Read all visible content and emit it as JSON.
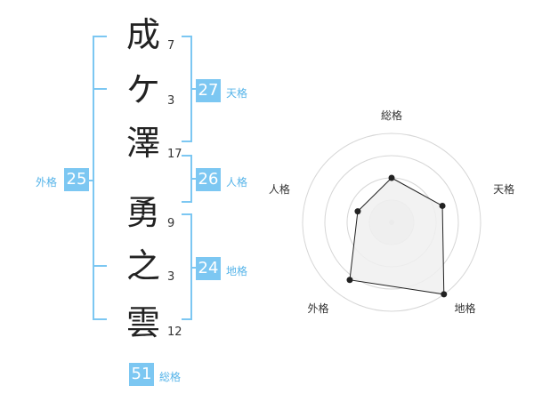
{
  "name_chars": [
    {
      "char": "成",
      "strokes": "7"
    },
    {
      "char": "ケ",
      "strokes": "3"
    },
    {
      "char": "澤",
      "strokes": "17"
    },
    {
      "char": "勇",
      "strokes": "9"
    },
    {
      "char": "之",
      "strokes": "3"
    },
    {
      "char": "雲",
      "strokes": "12"
    }
  ],
  "kaku": {
    "tenkaku": {
      "value": "27",
      "label": "天格"
    },
    "jinkaku": {
      "value": "26",
      "label": "人格"
    },
    "chikaku": {
      "value": "24",
      "label": "地格"
    },
    "gaikaku": {
      "value": "25",
      "label": "外格"
    },
    "soukaku": {
      "value": "51",
      "label": "総格"
    }
  },
  "chart_data": {
    "type": "radar",
    "axes": [
      "総格",
      "天格",
      "地格",
      "外格",
      "人格"
    ],
    "values": [
      0.5,
      0.6,
      1.0,
      0.8,
      0.4
    ],
    "rings": 4,
    "grid": true
  },
  "colors": {
    "accent": "#7cc7f2",
    "label": "#56b4e9",
    "radar_fill": "#f0f0f0",
    "radar_stroke": "#222222"
  }
}
